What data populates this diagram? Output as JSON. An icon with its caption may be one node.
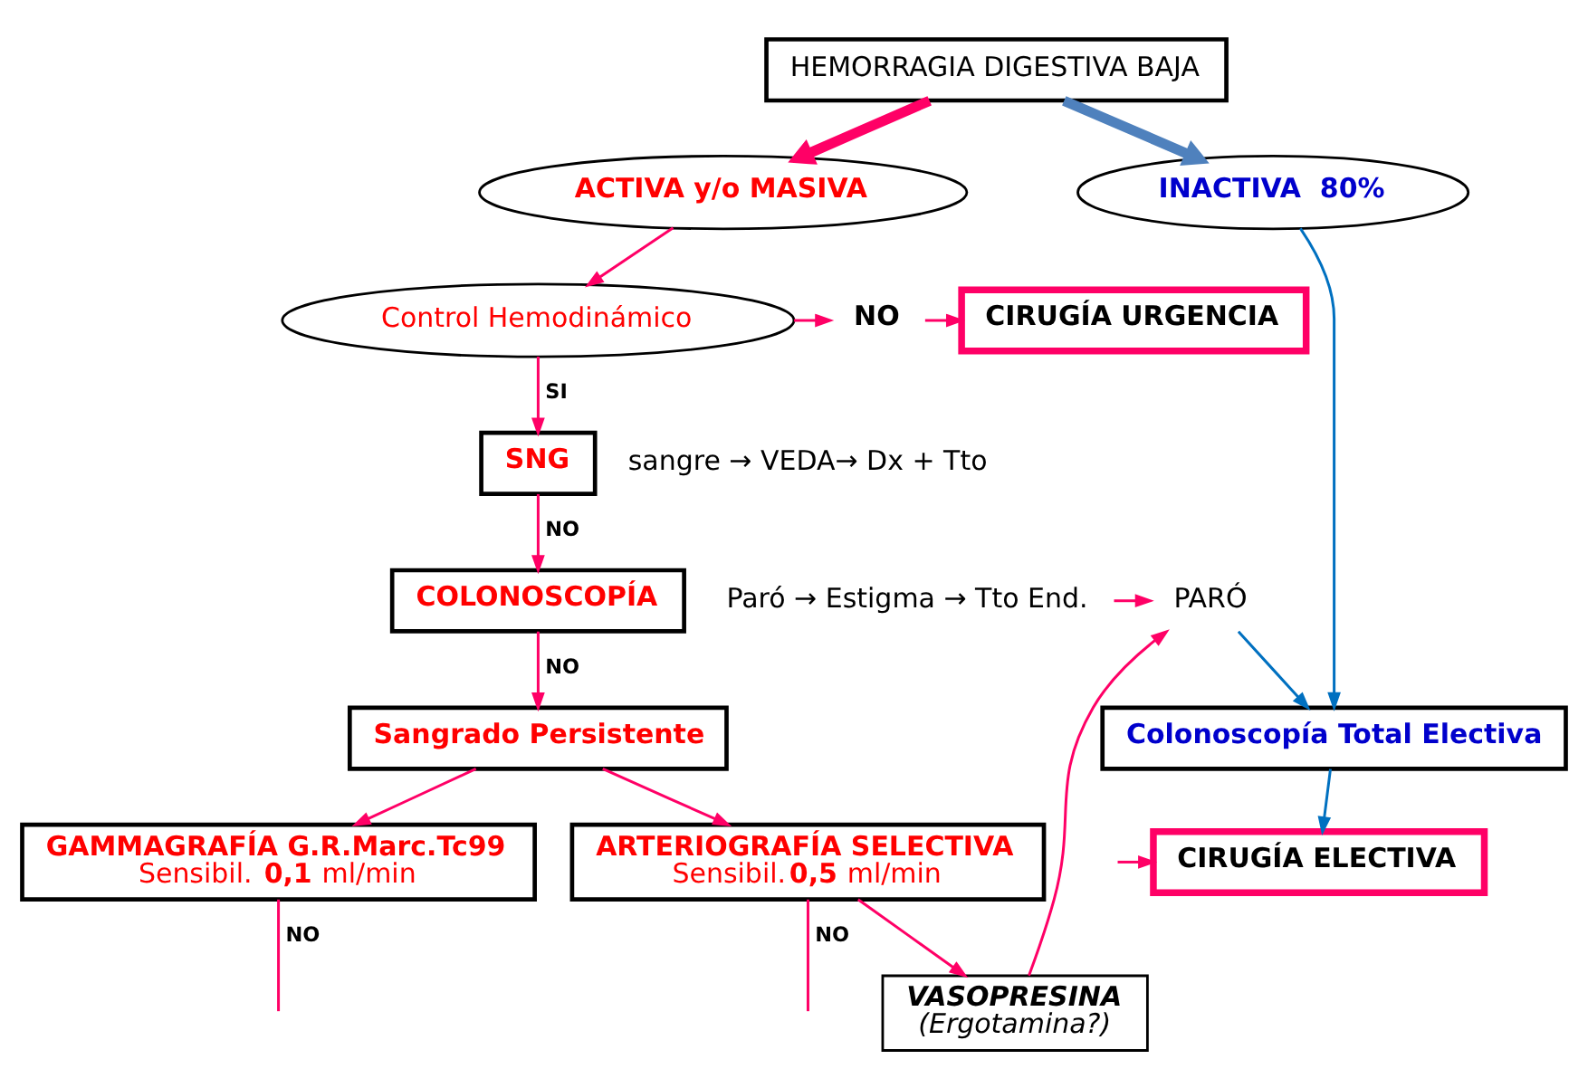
{
  "diagram": {
    "nodes": [
      {
        "text": [
          "HEMORRAGIA DIGESTIVA BAJA"
        ]
      },
      {
        "text": [
          "ACTIVA y/o MASIVA"
        ]
      },
      {
        "text": [
          "INACTIVA  80%"
        ]
      },
      {
        "text": [
          "Control Hemodinámico"
        ]
      },
      {
        "text": [
          "NO"
        ]
      },
      {
        "text": [
          "CIRUGÍA URGENCIA"
        ]
      },
      {
        "text": [
          "Colonoscopía Total Electiva"
        ]
      },
      {
        "text": [
          "SNG"
        ],
        "beside": [
          "sangre → VEDA→ Dx + Tto"
        ]
      },
      {
        "text": [
          "COLONOSCOPÍA"
        ]
      },
      {
        "text": [
          "Paró → Estigma → Tto End."
        ]
      },
      {
        "text": [
          "PARÓ"
        ]
      },
      {
        "text": [
          "Sangrado Persistente"
        ]
      },
      {
        "text": [
          "VASOPRESINA",
          "(Ergotamina?)"
        ]
      },
      {
        "text": [
          "GAMMAGRAFÍA G.R.Marc.Tc99",
          "Sensibil. **0,1** ml/min"
        ]
      },
      {
        "text": [
          "ARTERIOGRAFÍA SELECTIVA",
          "Sensibil.**0,5** ml/min"
        ]
      },
      {
        "text": [
          "CIRUGÍA ELECTIVA"
        ]
      }
    ],
    "edges": [
      {
        "from": 0,
        "to": 1,
        "arrow": "to",
        "style": "thick"
      },
      {
        "from": 0,
        "to": 2,
        "arrow": "to",
        "style": "thick",
        "color": "#4f81bd"
      },
      {
        "from": 1,
        "to": 3,
        "arrow": "to"
      },
      {
        "from": 3,
        "to": 4,
        "arrow": "to"
      },
      {
        "from": 4,
        "to": 5,
        "arrow": "to"
      },
      {
        "from": 2,
        "to": 6,
        "arrow": "to",
        "color": "#0070c0"
      },
      {
        "from": 3,
        "to": 7,
        "arrow": "to",
        "label": "SI"
      },
      {
        "from": 7,
        "to": 8,
        "arrow": "to",
        "label": "NO"
      },
      {
        "from": 8,
        "to": 11,
        "arrow": "to",
        "label": "NO"
      },
      {
        "from": 9,
        "to": 10,
        "arrow": "to"
      },
      {
        "from": 10,
        "to": 6,
        "arrow": "to",
        "color": "#0070c0"
      },
      {
        "from": 11,
        "to": 13,
        "arrow": "to"
      },
      {
        "from": 11,
        "to": 14,
        "arrow": "to"
      },
      {
        "from": 14,
        "to": 12,
        "arrow": "to"
      },
      {
        "from": 12,
        "to": 10,
        "arrow": "to"
      },
      {
        "from": 6,
        "to": 15,
        "arrow": "to",
        "color": "#0070c0"
      },
      {
        "from": 13,
        "to": null,
        "arrow": "none",
        "label": "NO"
      },
      {
        "from": 14,
        "to": null,
        "arrow": "none",
        "label": "NO"
      },
      {
        "from": null,
        "to": 15,
        "arrow": "to"
      }
    ]
  }
}
